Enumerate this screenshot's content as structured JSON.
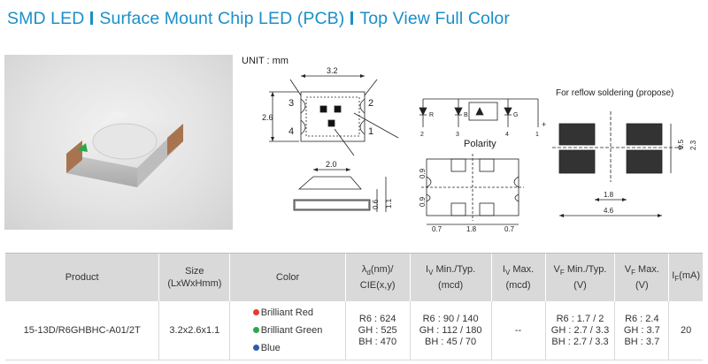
{
  "title": {
    "part1": "SMD LED",
    "part2": "Surface Mount Chip LED (PCB)",
    "part3": "Top View Full Color"
  },
  "colors": {
    "brand_blue": "#1a8fc9",
    "red": "#e53a32",
    "green": "#2aa84a",
    "blue": "#2b5ea8"
  },
  "diagram": {
    "unit_label": "UNIT : mm",
    "dim_width": "3.2",
    "dim_height": "2.6",
    "dim_side_width": "2.0",
    "dim_side_height": "1.1",
    "dim_side_chip": "0.6",
    "dim_bottom_pad_a": "0.9",
    "dim_bottom_pad_b": "0.9",
    "dim_bottom_pad_w1": "0.7",
    "dim_bottom_pad_gap": "1.8",
    "dim_bottom_pad_w2": "0.7",
    "pin1": "1",
    "pin2": "2",
    "pin3": "3",
    "pin4": "4",
    "polarity_label": "Polarity",
    "led_r": "R",
    "led_b": "B",
    "led_g": "G",
    "plus": "+",
    "reflow_label": "For reflow soldering (propose)",
    "reflow_w_outer": "4.6",
    "reflow_w_inner": "1.8",
    "reflow_h_outer": "2.3",
    "reflow_h_inner": "0.5"
  },
  "table": {
    "headers": {
      "product": "Product",
      "size": "Size",
      "size_unit": "(LxWxHmm)",
      "color": "Color",
      "lambda_unit": "(nm)/",
      "lambda_cie": "CIE(x,y)",
      "iv_min_typ": "Min./Typ.",
      "iv_min_unit": "(mcd)",
      "iv_max": "Max.",
      "iv_max_unit": "(mcd)",
      "vf_min_typ": "Min./Typ.",
      "vf_min_unit": "(V)",
      "vf_max": "Max.",
      "vf_max_unit": "(V)",
      "if_unit": "(mA)"
    },
    "row": {
      "product": "15-13D/R6GHBHC-A01/2T",
      "size": "3.2x2.6x1.1",
      "color_1": "Brilliant Red",
      "color_2": "Brilliant Green",
      "color_3": "Blue",
      "lambda_1": "R6 : 624",
      "lambda_2": "GH : 525",
      "lambda_3": "BH : 470",
      "iv_1": "R6 : 90 / 140",
      "iv_2": "GH : 112 / 180",
      "iv_3": "BH : 45 / 70",
      "iv_max": "--",
      "vf_1": "R6 : 1.7 / 2",
      "vf_2": "GH : 2.7 / 3.3",
      "vf_3": "BH : 2.7 / 3.3",
      "vfmax_1": "R6 : 2.4",
      "vfmax_2": "GH : 3.7",
      "vfmax_3": "BH : 3.7",
      "if": "20"
    }
  }
}
